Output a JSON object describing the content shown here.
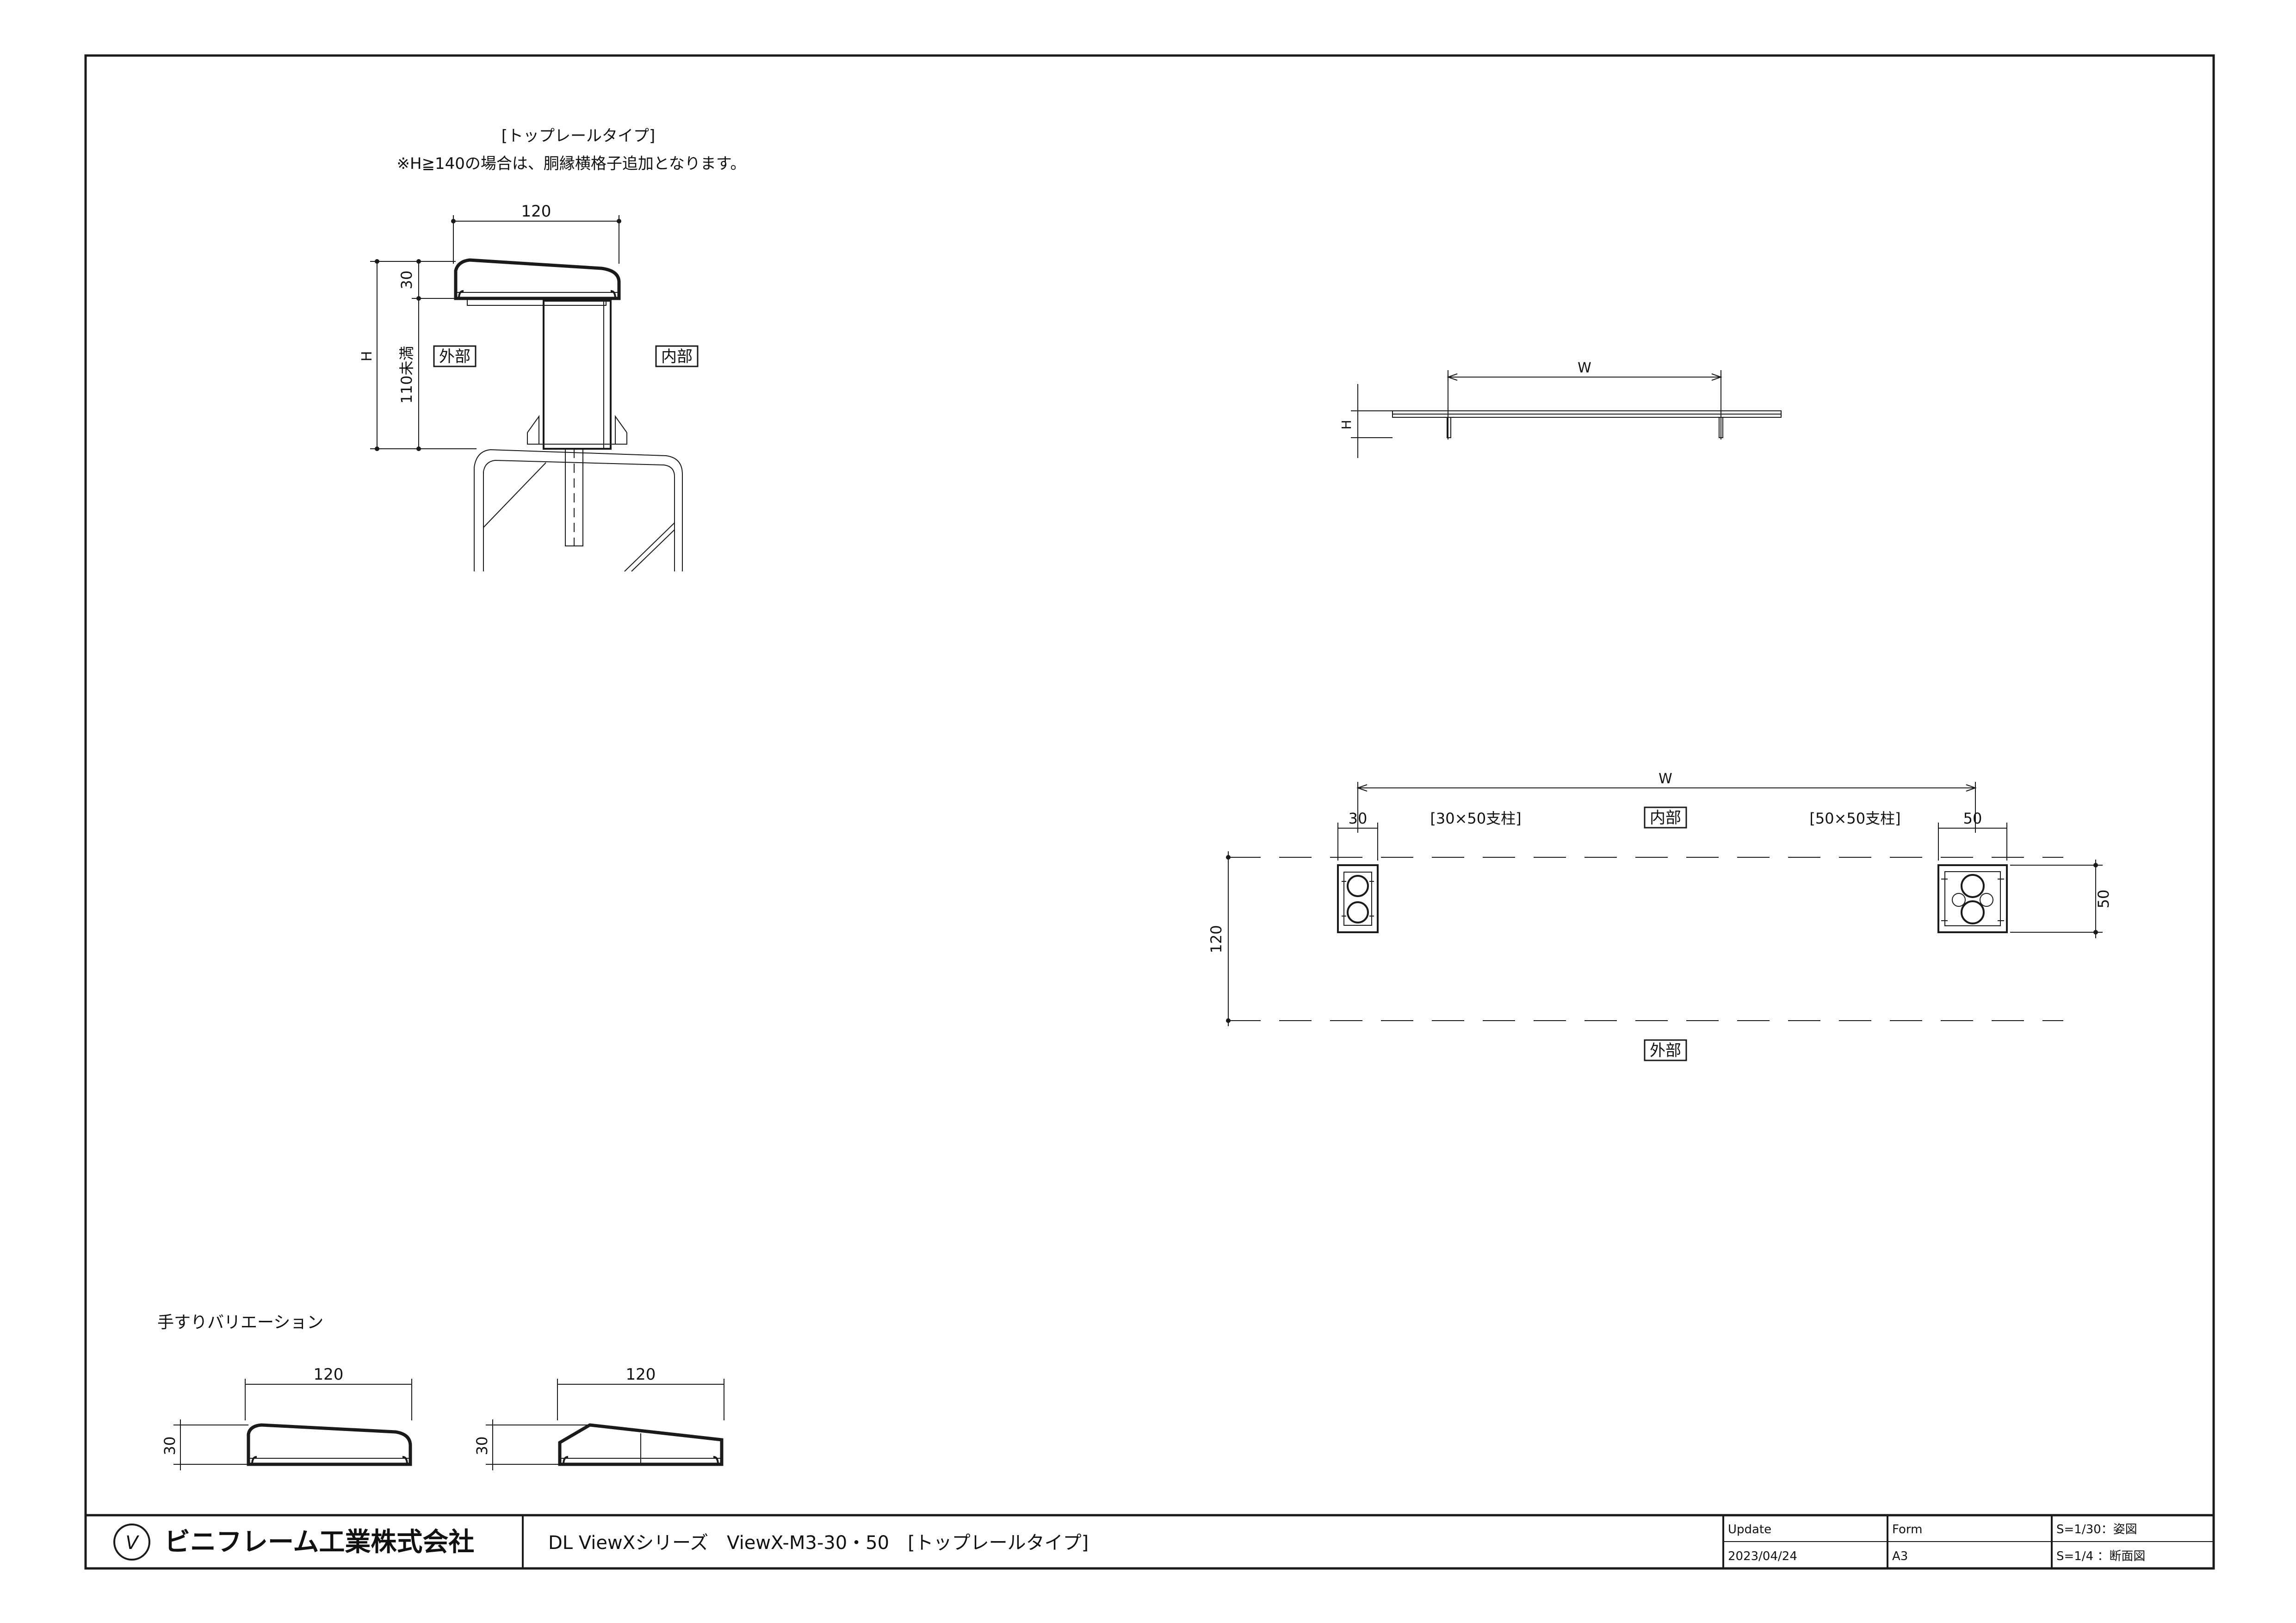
{
  "colors": {
    "ink": "#1a1a1a",
    "paper": "#ffffff"
  },
  "section": {
    "title": "[トップレールタイプ]",
    "note": "※H≧140の場合は、胴縁横格子追加となります。",
    "dim_width": "120",
    "dim_rail_height": "30",
    "dim_H": "H",
    "dim_under": "110未満",
    "label_outside": "外部",
    "label_inside": "内部"
  },
  "elevation": {
    "dim_W": "W",
    "dim_H": "H"
  },
  "plan": {
    "dim_W": "W",
    "dim_30": "30",
    "dim_50": "50",
    "dim_50_side": "50",
    "dim_120": "120",
    "post_small_label": "[30×50支柱]",
    "post_large_label": "[50×50支柱]",
    "label_inside": "内部",
    "label_outside": "外部"
  },
  "variations": {
    "title": "手すりバリエーション",
    "items": [
      {
        "width": "120",
        "height": "30"
      },
      {
        "width": "120",
        "height": "30"
      }
    ]
  },
  "title_block": {
    "company": "ビニフレーム工業株式会社",
    "logo_icon": "company-logo-icon",
    "drawing_title": "DL ViewXシリーズ　ViewX-M3-30・50　[トップレールタイプ]",
    "update_label": "Update",
    "update_value": "2023/04/24",
    "form_label": "Form",
    "form_value": "A3",
    "scale_1": "S=1/30：姿図",
    "scale_2": "S=1/4 ：断面図"
  }
}
